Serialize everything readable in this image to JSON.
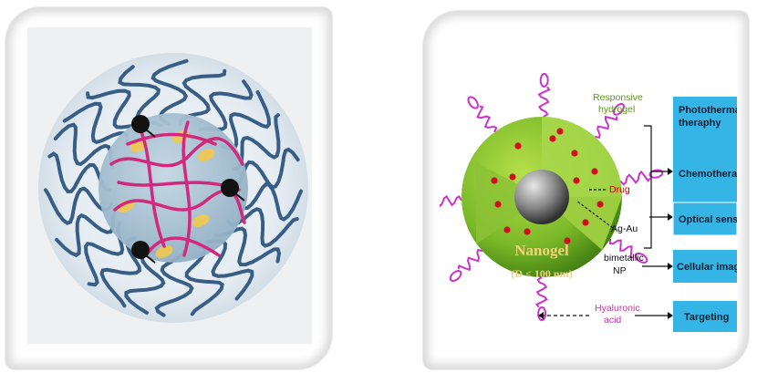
{
  "colors": {
    "core": "#a9c2d4",
    "corona": "#dbe7ef",
    "outer_chain": "#385e86",
    "crosslink": "#d2287d",
    "payload": "#f2c94c",
    "gel_green": "#7ab828",
    "gel_dark": "#3f7d12",
    "drug": "#d10f1f",
    "box_fill": "#35b4e6",
    "ligand": "#cc33cc",
    "label_green": "#5a9a12",
    "label_red": "#d40000",
    "label_pink": "#cc33aa"
  },
  "diagram": {
    "nanogel_title": "Nanogel",
    "nanogel_size": "(D < 100 nm)",
    "labels": {
      "responsive_1": "Responsive",
      "responsive_2": "hydrogel",
      "drug": "Drug",
      "agau_1": "Ag-Au",
      "agau_2": "bimetallic",
      "agau_3": "NP",
      "ha_1": "Hyaluronic",
      "ha_2": "acid"
    },
    "boxes": {
      "photothermal_1": "Photothermal",
      "photothermal_2": "theraphy",
      "chemotherapy": "Chemotherapy",
      "optical": "Optical sensing",
      "imaging": "Cellular imaging",
      "targeting": "Targeting"
    }
  }
}
